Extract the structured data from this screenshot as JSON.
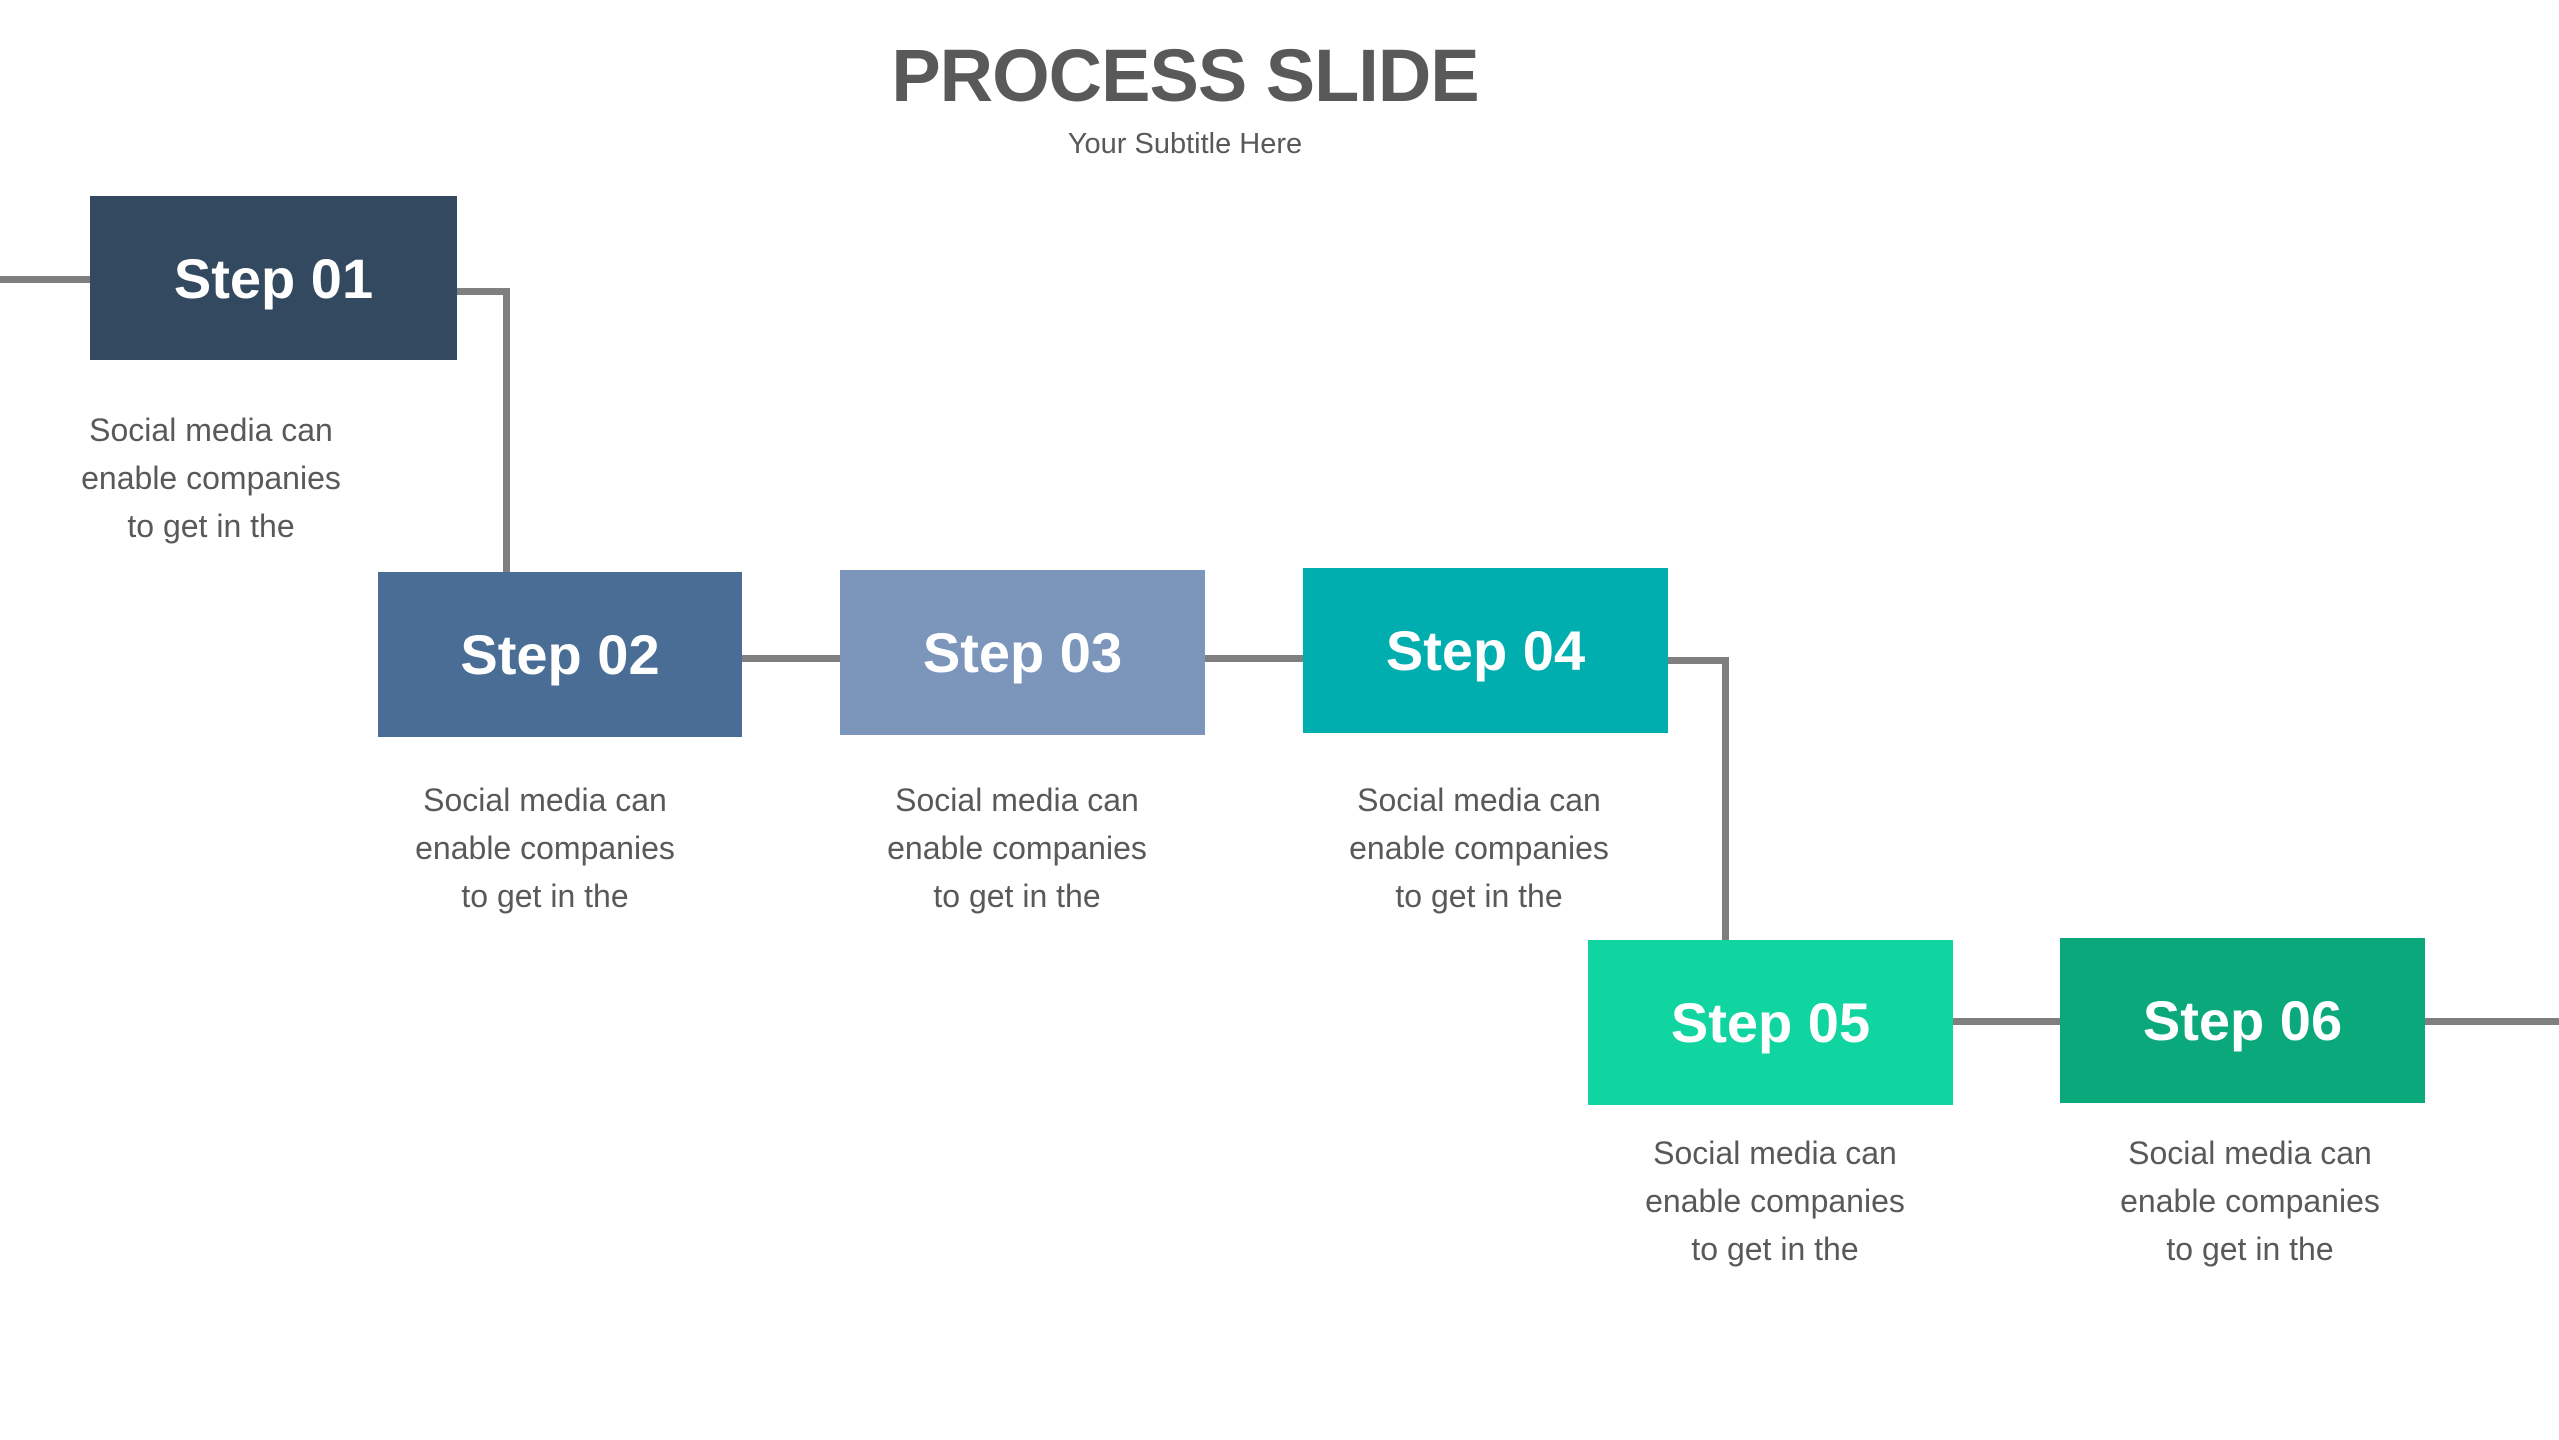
{
  "slide": {
    "title": "PROCESS SLIDE",
    "subtitle": "Your Subtitle Here"
  },
  "steps": [
    {
      "label": "Step 01",
      "color": "#33495F",
      "lines": [
        "Social media can",
        "enable companies",
        "to get in the"
      ]
    },
    {
      "label": "Step 02",
      "color": "#4A6D96",
      "lines": [
        "Social media can",
        "enable companies",
        "to get in the"
      ]
    },
    {
      "label": "Step 03",
      "color": "#7C95BB",
      "lines": [
        "Social media can",
        "enable companies",
        "to get in the"
      ]
    },
    {
      "label": "Step 04",
      "color": "#00AEB0",
      "lines": [
        "Social media can",
        "enable companies",
        "to get in the"
      ]
    },
    {
      "label": "Step 05",
      "color": "#11D5A0",
      "lines": [
        "Social media can",
        "enable companies",
        "to get in the"
      ]
    },
    {
      "label": "Step 06",
      "color": "#0BA87B",
      "lines": [
        "Social media can",
        "enable companies",
        "to get in the"
      ]
    }
  ],
  "colors": {
    "connector": "#7F7F7F",
    "title_text": "#595959",
    "body_text": "#595959",
    "step_label_text": "#FFFFFF",
    "background": "#FFFFFF"
  }
}
